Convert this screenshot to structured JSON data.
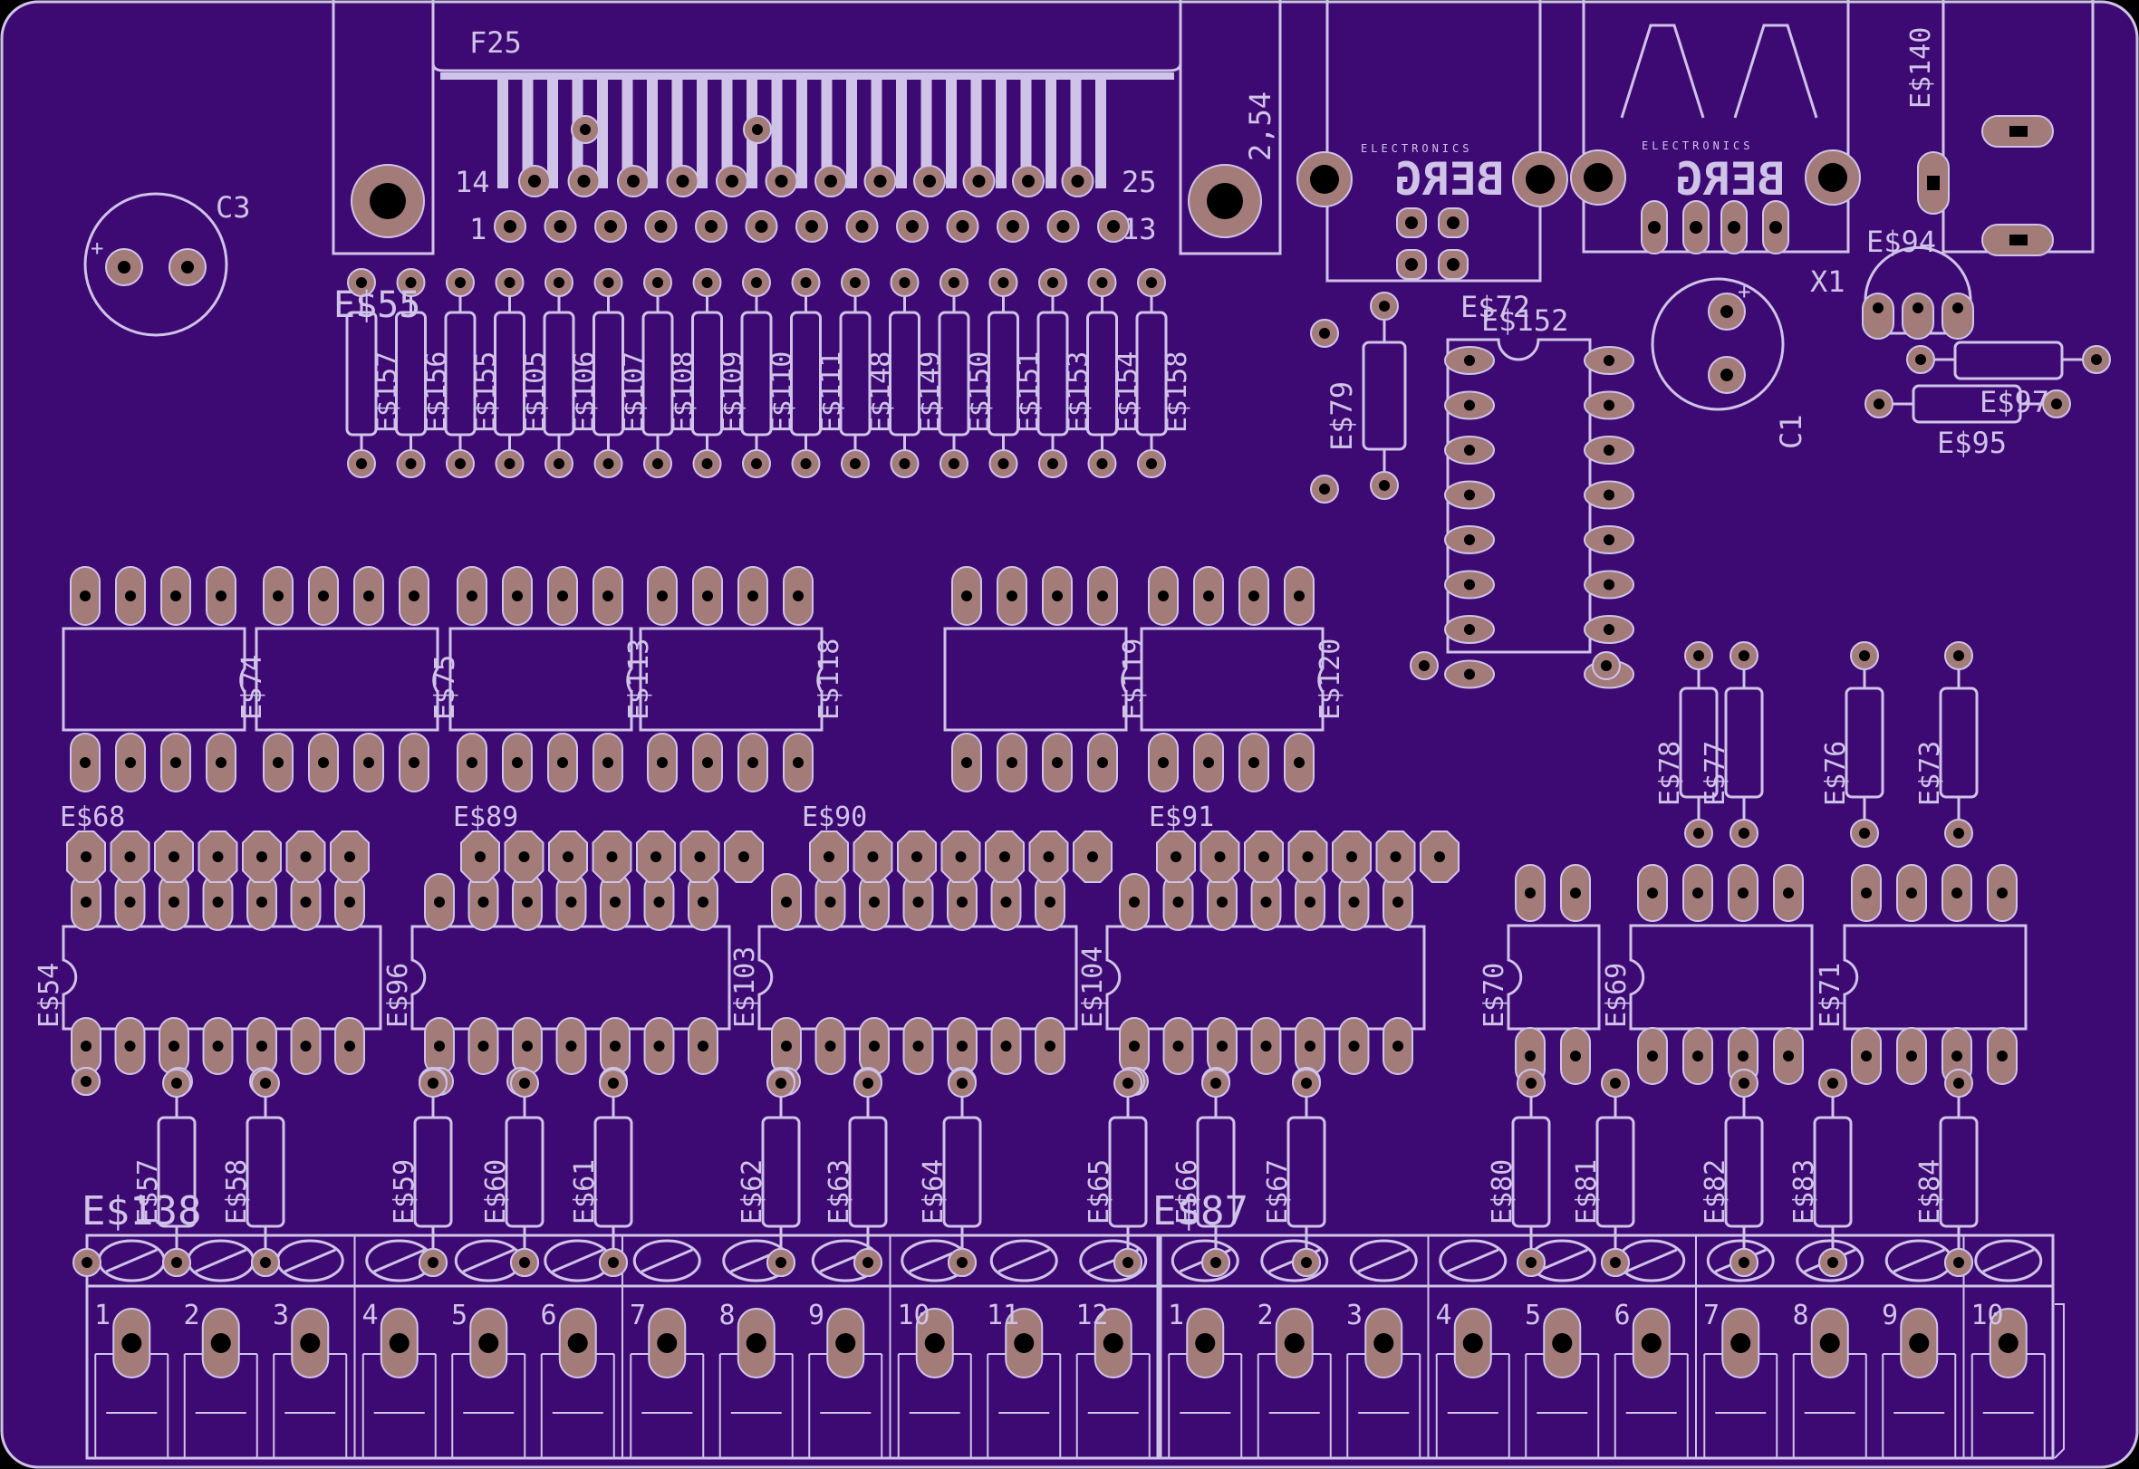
{
  "board": {
    "background": "#3d0a73",
    "silkscreen_color": "#cfc3e8",
    "copper_color": "#a37c7a"
  },
  "connector": {
    "name": "F25",
    "pin_top_left": "14",
    "pin_top_right": "25",
    "pin_bottom_left": "1",
    "pin_bottom_right": "13",
    "pitch": "2,54"
  },
  "caps": {
    "c3": "C3",
    "c1": "C1",
    "x1": "X1"
  },
  "berg": {
    "brand": "BERG",
    "sub": "ELECTRONICS"
  },
  "resistor_row_top": [
    "E$157",
    "E$156",
    "E$155",
    "E$105",
    "E$106",
    "E$107",
    "E$108",
    "E$109",
    "E$110",
    "E$111",
    "E$148",
    "E$149",
    "E$150",
    "E$151",
    "E$153",
    "E$154",
    "E$158"
  ],
  "misc_labels": {
    "e55": "E$55",
    "e79": "E$79",
    "e72": "E$72",
    "e152": "E$152",
    "e140": "E$140",
    "e94": "E$94",
    "e97": "E$97",
    "e95": "E$95",
    "e138": "E$138",
    "e87": "E$87"
  },
  "small_ics": [
    "E$74",
    "E$75",
    "E$113",
    "E$118",
    "E$119",
    "E$120"
  ],
  "resistor_mid": [
    "E$78",
    "E$77",
    "E$76",
    "E$73"
  ],
  "large_ic_headers": [
    "E$68",
    "E$89",
    "E$90",
    "E$91"
  ],
  "large_ics": [
    "E$54",
    "E$96",
    "E$103",
    "E$104"
  ],
  "right_ics": [
    "E$70",
    "E$69",
    "E$71"
  ],
  "bottom_resistors": [
    "E$57",
    "E$58",
    "E$59",
    "E$60",
    "E$61",
    "E$62",
    "E$63",
    "E$64",
    "E$65",
    "E$66",
    "E$67",
    "E$80",
    "E$81",
    "E$82",
    "E$83",
    "E$84"
  ],
  "terminal_numbers_left": [
    "1",
    "2",
    "3",
    "4",
    "5",
    "6",
    "7",
    "8",
    "9",
    "10",
    "11",
    "12"
  ],
  "terminal_numbers_right": [
    "1",
    "2",
    "3",
    "4",
    "5",
    "6",
    "7",
    "8",
    "9",
    "10"
  ]
}
